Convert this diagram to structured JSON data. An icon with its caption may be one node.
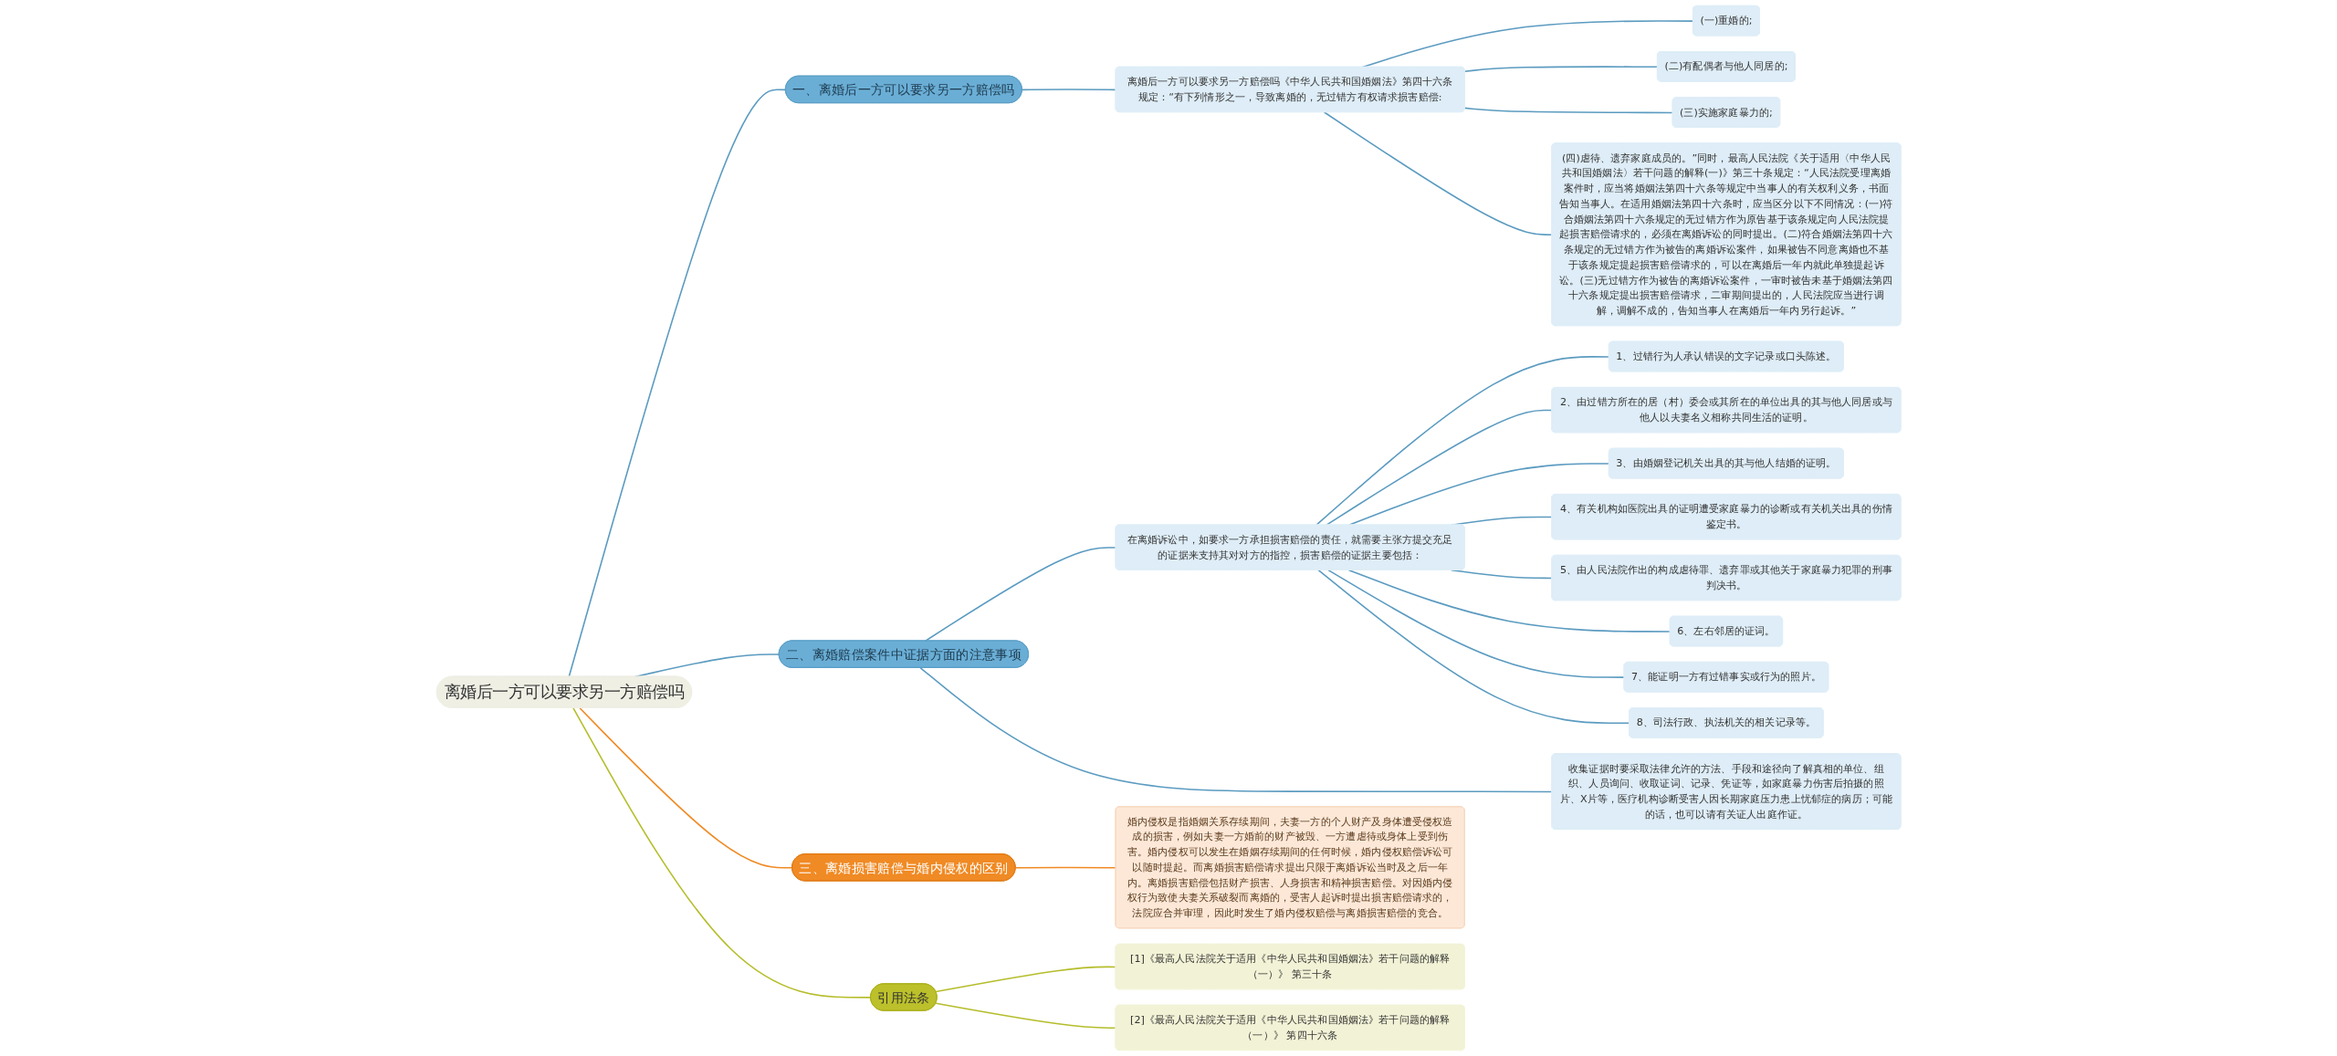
{
  "diagram": {
    "nodes": [
      {
        "text": [
          "离婚后一方可以要求另一方赔偿吗"
        ]
      },
      {
        "text": [
          "一、离婚后一方可以要求另一方赔偿吗"
        ]
      },
      {
        "text": [
          "离婚后一方可以要求另一方赔偿吗《中华人民共和国婚姻法》第四十六条规定：“有下列情形之一，导致离婚的，无过错方有权请求损害赔偿:"
        ]
      },
      {
        "text": [
          "(一)重婚的;"
        ]
      },
      {
        "text": [
          "(二)有配偶者与他人同居的;"
        ]
      },
      {
        "text": [
          "(三)实施家庭暴力的;"
        ]
      },
      {
        "text": [
          "(四)虐待、遗弃家庭成员的。”同时，最高人民法院《关于适用〈中华人民共和国婚姻法〉若干问题的解释(一)》第三十条规定：“人民法院受理离婚案件时，应当将婚姻法第四十六条等规定中当事人的有关权利义务，书面告知当事人。在适用婚姻法第四十六条时，应当区分以下不同情况：(一)符合婚姻法第四十六条规定的无过错方作为原告基于该条规定向人民法院提起损害赔偿请求的，必须在离婚诉讼的同时提出。(二)符合婚姻法第四十六条规定的无过错方作为被告的离婚诉讼案件，如果被告不同意离婚也不基于该条规定提起损害赔偿请求的，可以在离婚后一年内就此单独提起诉讼。(三)无过错方作为被告的离婚诉讼案件，一审时被告未基于婚姻法第四十六条规定提出损害赔偿请求，二审期间提出的，人民法院应当进行调解，调解不成的，告知当事人在离婚后一年内另行起诉。”"
        ]
      },
      {
        "text": [
          "二、离婚赔偿案件中证据方面的注意事项"
        ]
      },
      {
        "text": [
          "在离婚诉讼中，如要求一方承担损害赔偿的责任，就需要主张方提交充足的证据来支持其对对方的指控，损害赔偿的证据主要包括："
        ]
      },
      {
        "text": [
          "1、过错行为人承认错误的文字记录或口头陈述。"
        ]
      },
      {
        "text": [
          "2、由过错方所在的居（村）委会或其所在的单位出具的其与他人同居或与他人以夫妻名义相称共同生活的证明。"
        ]
      },
      {
        "text": [
          "3、由婚姻登记机关出具的其与他人结婚的证明。"
        ]
      },
      {
        "text": [
          "4、有关机构如医院出具的证明遭受家庭暴力的诊断或有关机关出具的伤情鉴定书。"
        ]
      },
      {
        "text": [
          "5、由人民法院作出的构成虐待罪、遗弃罪或其他关于家庭暴力犯罪的刑事判决书。"
        ]
      },
      {
        "text": [
          "6、左右邻居的证词。"
        ]
      },
      {
        "text": [
          "7、能证明一方有过错事实或行为的照片。"
        ]
      },
      {
        "text": [
          "8、司法行政、执法机关的相关记录等。"
        ]
      },
      {
        "text": [
          "收集证据时要采取法律允许的方法、手段和途径向了解真相的单位、组织、人员询问、收取证词、记录、凭证等，如家庭暴力伤害后拍摄的照片、X片等，医疗机构诊断受害人因长期家庭压力患上忧郁症的病历；可能的话，也可以请有关证人出庭作证。"
        ]
      },
      {
        "text": [
          "三、离婚损害赔偿与婚内侵权的区别"
        ]
      },
      {
        "text": [
          "婚内侵权是指婚姻关系存续期间，夫妻一方的个人财产及身体遭受侵权造成的损害，例如夫妻一方婚前的财产被毁、一方遭虐待或身体上受到伤害。婚内侵权可以发生在婚姻存续期间的任何时候，婚内侵权赔偿诉讼可以随时提起。而离婚损害赔偿请求提出只限于离婚诉讼当时及之后一年内。离婚损害赔偿包括财产损害、人身损害和精神损害赔偿。对因婚内侵权行为致使夫妻关系破裂而离婚的，受害人起诉时提出损害赔偿请求的，法院应合并审理，因此时发生了婚内侵权赔偿与离婚损害赔偿的竞合。"
        ]
      },
      {
        "text": [
          "引用法条"
        ]
      },
      {
        "text": [
          "[1]《最高人民法院关于适用《中华人民共和国婚姻法》若干问题的解释（一）》 第三十条"
        ]
      },
      {
        "text": [
          "[2]《最高人民法院关于适用《中华人民共和国婚姻法》若干问题的解释（一）》 第四十六条"
        ]
      }
    ],
    "edges": [
      {
        "from": 0,
        "to": 1,
        "arrow": "none"
      },
      {
        "from": 1,
        "to": 2,
        "arrow": "none"
      },
      {
        "from": 2,
        "to": 3,
        "arrow": "none"
      },
      {
        "from": 2,
        "to": 4,
        "arrow": "none"
      },
      {
        "from": 2,
        "to": 5,
        "arrow": "none"
      },
      {
        "from": 2,
        "to": 6,
        "arrow": "none"
      },
      {
        "from": 0,
        "to": 7,
        "arrow": "none"
      },
      {
        "from": 7,
        "to": 8,
        "arrow": "none"
      },
      {
        "from": 8,
        "to": 9,
        "arrow": "none"
      },
      {
        "from": 8,
        "to": 10,
        "arrow": "none"
      },
      {
        "from": 8,
        "to": 11,
        "arrow": "none"
      },
      {
        "from": 8,
        "to": 12,
        "arrow": "none"
      },
      {
        "from": 8,
        "to": 13,
        "arrow": "none"
      },
      {
        "from": 8,
        "to": 14,
        "arrow": "none"
      },
      {
        "from": 8,
        "to": 15,
        "arrow": "none"
      },
      {
        "from": 8,
        "to": 16,
        "arrow": "none"
      },
      {
        "from": 7,
        "to": 17,
        "arrow": "none"
      },
      {
        "from": 0,
        "to": 18,
        "arrow": "none",
        "color": "#f08a24"
      },
      {
        "from": 18,
        "to": 19,
        "arrow": "none",
        "color": "#f08a24"
      },
      {
        "from": 0,
        "to": 20,
        "arrow": "none",
        "color": "#b5bd2a"
      },
      {
        "from": 20,
        "to": 21,
        "arrow": "none",
        "color": "#b5bd2a"
      },
      {
        "from": 20,
        "to": 22,
        "arrow": "none",
        "color": "#b5bd2a"
      }
    ]
  }
}
